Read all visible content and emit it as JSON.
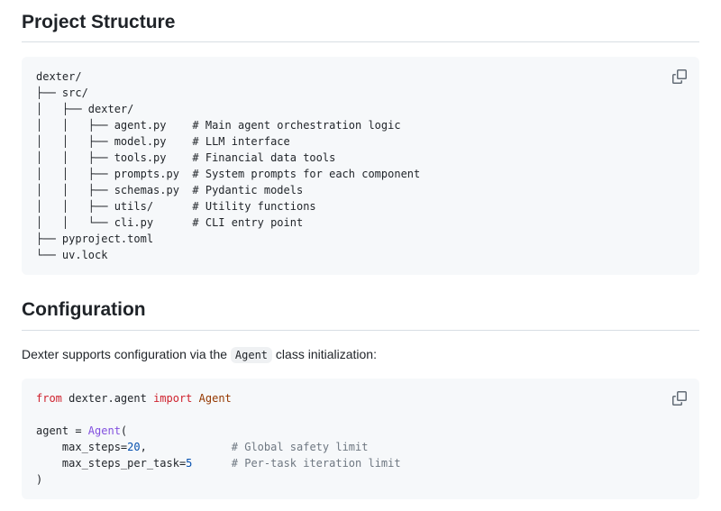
{
  "colors": {
    "background": "#ffffff",
    "text": "#1f2328",
    "code_block_bg": "#f6f8fa",
    "heading_border": "#d8dee4",
    "keyword": "#cf222e",
    "import_name": "#953800",
    "function_name": "#8250df",
    "number": "#0550ae",
    "comment": "#6e7781",
    "icon": "#636c76",
    "inline_code_bg": "#eff1f3"
  },
  "project_structure": {
    "heading": "Project Structure",
    "code_block": {
      "copy_icon": "copy-icon",
      "lines": [
        "dexter/",
        "├── src/",
        "│   ├── dexter/",
        "│   │   ├── agent.py    # Main agent orchestration logic",
        "│   │   ├── model.py    # LLM interface",
        "│   │   ├── tools.py    # Financial data tools",
        "│   │   ├── prompts.py  # System prompts for each component",
        "│   │   ├── schemas.py  # Pydantic models",
        "│   │   ├── utils/      # Utility functions",
        "│   │   └── cli.py      # CLI entry point",
        "├── pyproject.toml",
        "└── uv.lock"
      ]
    }
  },
  "configuration": {
    "heading": "Configuration",
    "paragraph": {
      "before": "Dexter supports configuration via the ",
      "code": "Agent",
      "after": " class initialization:"
    },
    "code_block": {
      "copy_icon": "copy-icon",
      "token_lines": [
        [
          {
            "c": "keyword",
            "t": "from"
          },
          {
            "c": "plain",
            "t": " dexter.agent "
          },
          {
            "c": "keyword",
            "t": "import"
          },
          {
            "c": "import_name",
            "t": " Agent"
          }
        ],
        [],
        [
          {
            "c": "plain",
            "t": "agent = "
          },
          {
            "c": "function_name",
            "t": "Agent"
          },
          {
            "c": "plain",
            "t": "("
          }
        ],
        [
          {
            "c": "plain",
            "t": "    max_steps="
          },
          {
            "c": "number",
            "t": "20"
          },
          {
            "c": "plain",
            "t": ",             "
          },
          {
            "c": "comment",
            "t": "# Global safety limit"
          }
        ],
        [
          {
            "c": "plain",
            "t": "    max_steps_per_task="
          },
          {
            "c": "number",
            "t": "5"
          },
          {
            "c": "plain",
            "t": "      "
          },
          {
            "c": "comment",
            "t": "# Per-task iteration limit"
          }
        ],
        [
          {
            "c": "plain",
            "t": ")"
          }
        ]
      ]
    }
  }
}
